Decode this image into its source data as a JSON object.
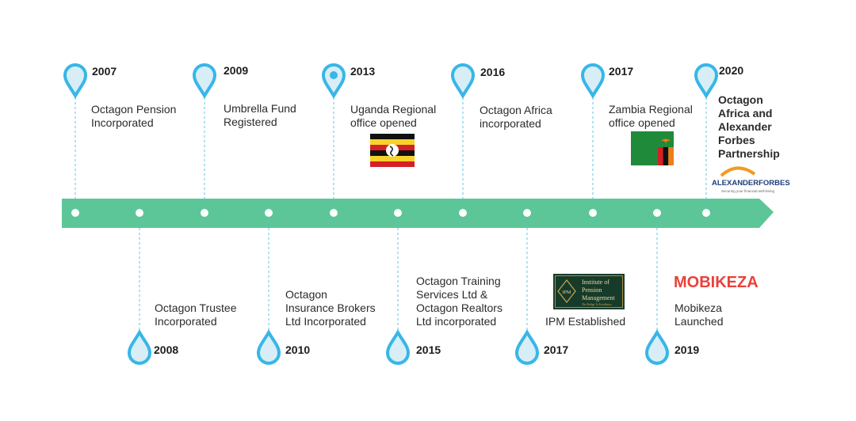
{
  "colors": {
    "band": "#5cc698",
    "pin": "#38b6e8",
    "pin_fill": "#d8eef6",
    "connector": "#7ccfe8"
  },
  "events": [
    {
      "year": "2007",
      "desc": [
        "Octagon Pension",
        "Incorporated"
      ],
      "side": "top"
    },
    {
      "year": "2008",
      "desc": [
        "Octagon Trustee",
        "Incorporated"
      ],
      "side": "bottom"
    },
    {
      "year": "2009",
      "desc": [
        "Umbrella Fund",
        "Registered"
      ],
      "side": "top"
    },
    {
      "year": "2010",
      "desc": [
        "Octagon",
        "Insurance Brokers",
        "Ltd Incorporated"
      ],
      "side": "bottom"
    },
    {
      "year": "2013",
      "desc": [
        "Uganda Regional",
        "office opened"
      ],
      "side": "top",
      "image": "uganda-flag"
    },
    {
      "year": "2015",
      "desc": [
        "Octagon Training",
        "Services Ltd &",
        "Octagon Realtors",
        "Ltd incorporated"
      ],
      "side": "bottom"
    },
    {
      "year": "2016",
      "desc": [
        "Octagon Africa",
        "incorporated"
      ],
      "side": "top"
    },
    {
      "year": "2017",
      "desc": [
        "IPM Established"
      ],
      "side": "bottom",
      "image": "ipm-logo"
    },
    {
      "year": "2017",
      "desc": [
        "Zambia Regional",
        "office opened"
      ],
      "side": "top",
      "image": "zambia-flag"
    },
    {
      "year": "2019",
      "desc": [
        "Mobikeza",
        "Launched"
      ],
      "side": "bottom",
      "image": "mobikeza-logo"
    },
    {
      "year": "2020",
      "desc": [
        "Octagon",
        "Africa and",
        "Alexander",
        "Forbes",
        "Partnership"
      ],
      "side": "top",
      "image": "alexander-forbes-logo"
    }
  ],
  "logos": {
    "alexander_forbes": {
      "name": "ALEXANDERFORBES",
      "tagline": "Securing your financial well-being"
    },
    "ipm": {
      "lines": [
        "Institute of",
        "Pension",
        "Management"
      ],
      "badge": "IPM",
      "motto": "The Bridge To Excellence"
    },
    "mobikeza": {
      "text": "MOBIKEZA"
    }
  }
}
